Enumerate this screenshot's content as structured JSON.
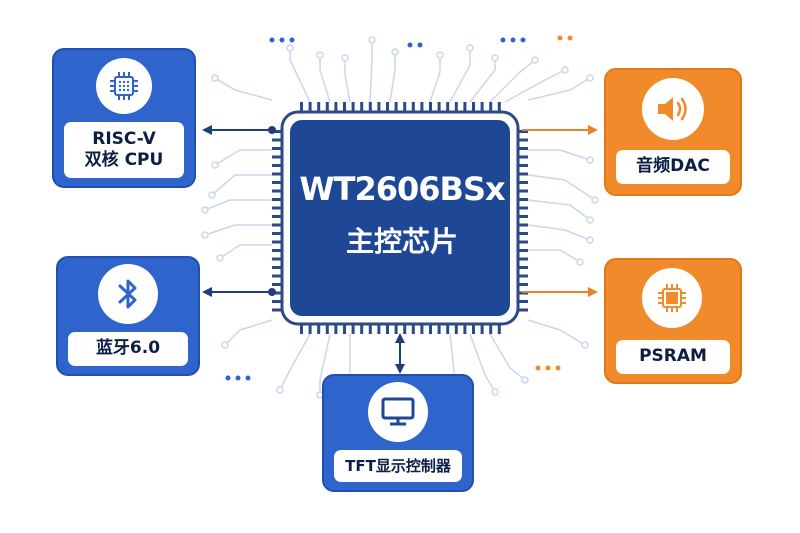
{
  "chip": {
    "title": "WT2606BSx",
    "subtitle": "主控芯片"
  },
  "modules": {
    "cpu": {
      "label_line1": "RISC-V",
      "label_line2": "双核 CPU",
      "icon": "cpu-icon"
    },
    "bluetooth": {
      "label": "蓝牙6.0",
      "icon": "bluetooth-icon"
    },
    "tft": {
      "label": "TFT显示控制器",
      "icon": "monitor-icon"
    },
    "dac": {
      "label": "音频DAC",
      "icon": "speaker-icon"
    },
    "psram": {
      "label": "PSRAM",
      "icon": "memory-chip-icon"
    }
  },
  "colors": {
    "chip_blue": "#1e4796",
    "card_blue": "#2f64cc",
    "card_orange": "#f08a2a",
    "trace": "#c9d7ea",
    "connector_blue": "#1f3f7a",
    "connector_orange": "#e9822a"
  }
}
